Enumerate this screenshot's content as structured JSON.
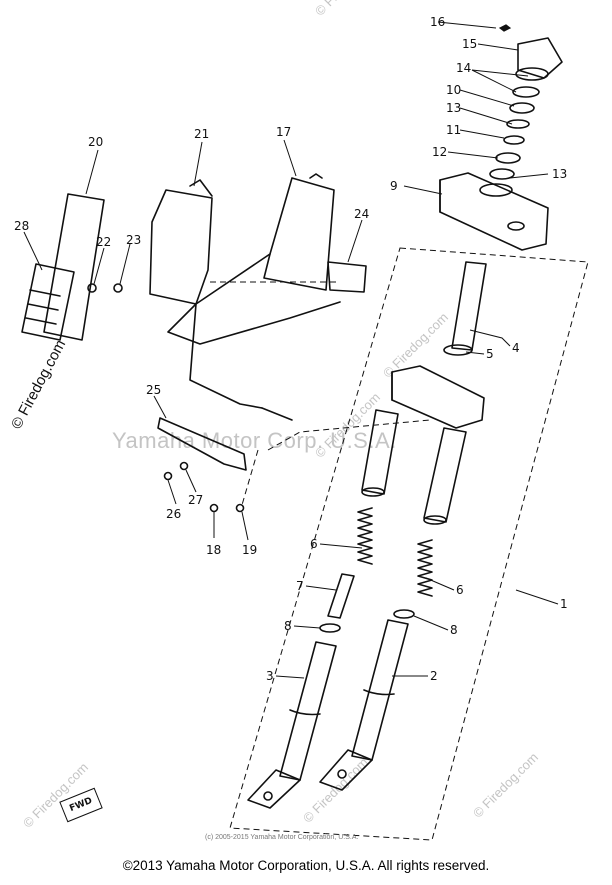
{
  "watermark": {
    "center": "Yamaha Motor Corp. U.S.A.",
    "firedog": "© Firedog.com",
    "small_copyright": "(c) 2005-2015 Yamaha Motor Corporation, U.S.A."
  },
  "footer": "©2013 Yamaha Motor Corporation, U.S.A. All rights reserved.",
  "fwd_label": "FWD",
  "callouts": [
    "1",
    "2",
    "3",
    "4",
    "5",
    "6",
    "6",
    "7",
    "8",
    "8",
    "9",
    "10",
    "11",
    "12",
    "13",
    "13",
    "14",
    "15",
    "16",
    "17",
    "18",
    "19",
    "20",
    "21",
    "22",
    "23",
    "24",
    "25",
    "26",
    "27",
    "28"
  ]
}
